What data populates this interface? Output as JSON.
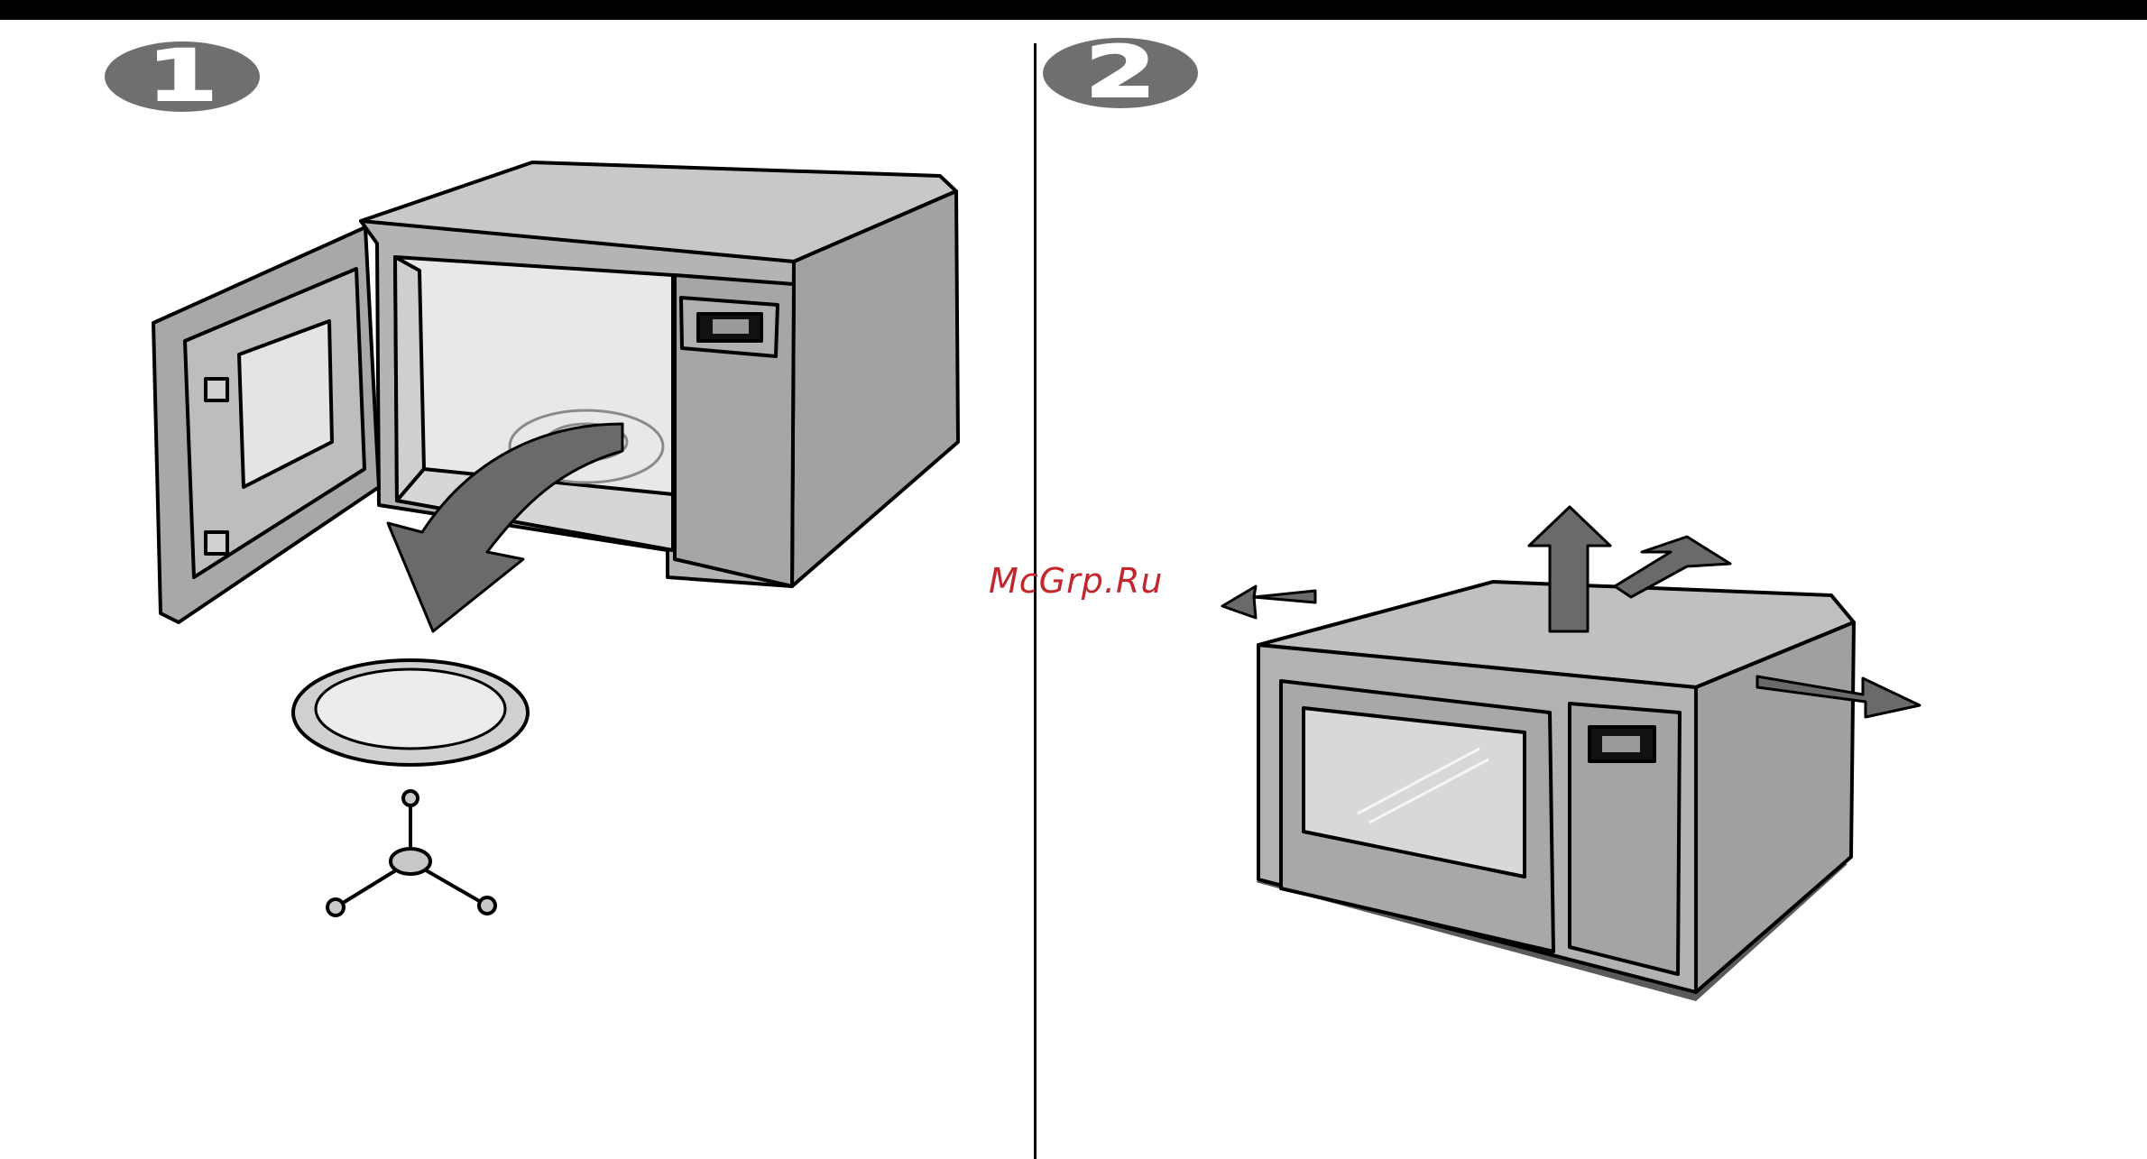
{
  "steps": [
    {
      "number": "1",
      "caption": ""
    },
    {
      "number": "2",
      "caption": ""
    }
  ],
  "watermark": "McGrp.Ru",
  "colors": {
    "body_gray": "#b0b0b0",
    "dark_gray": "#6f6f6f",
    "arrow_gray": "#666666",
    "outline": "#000000",
    "watermark_red": "#c2272d"
  },
  "icons": {
    "step1_image": "microwave-open-door-remove-turntable",
    "step2_image": "microwave-clearance-arrows"
  }
}
